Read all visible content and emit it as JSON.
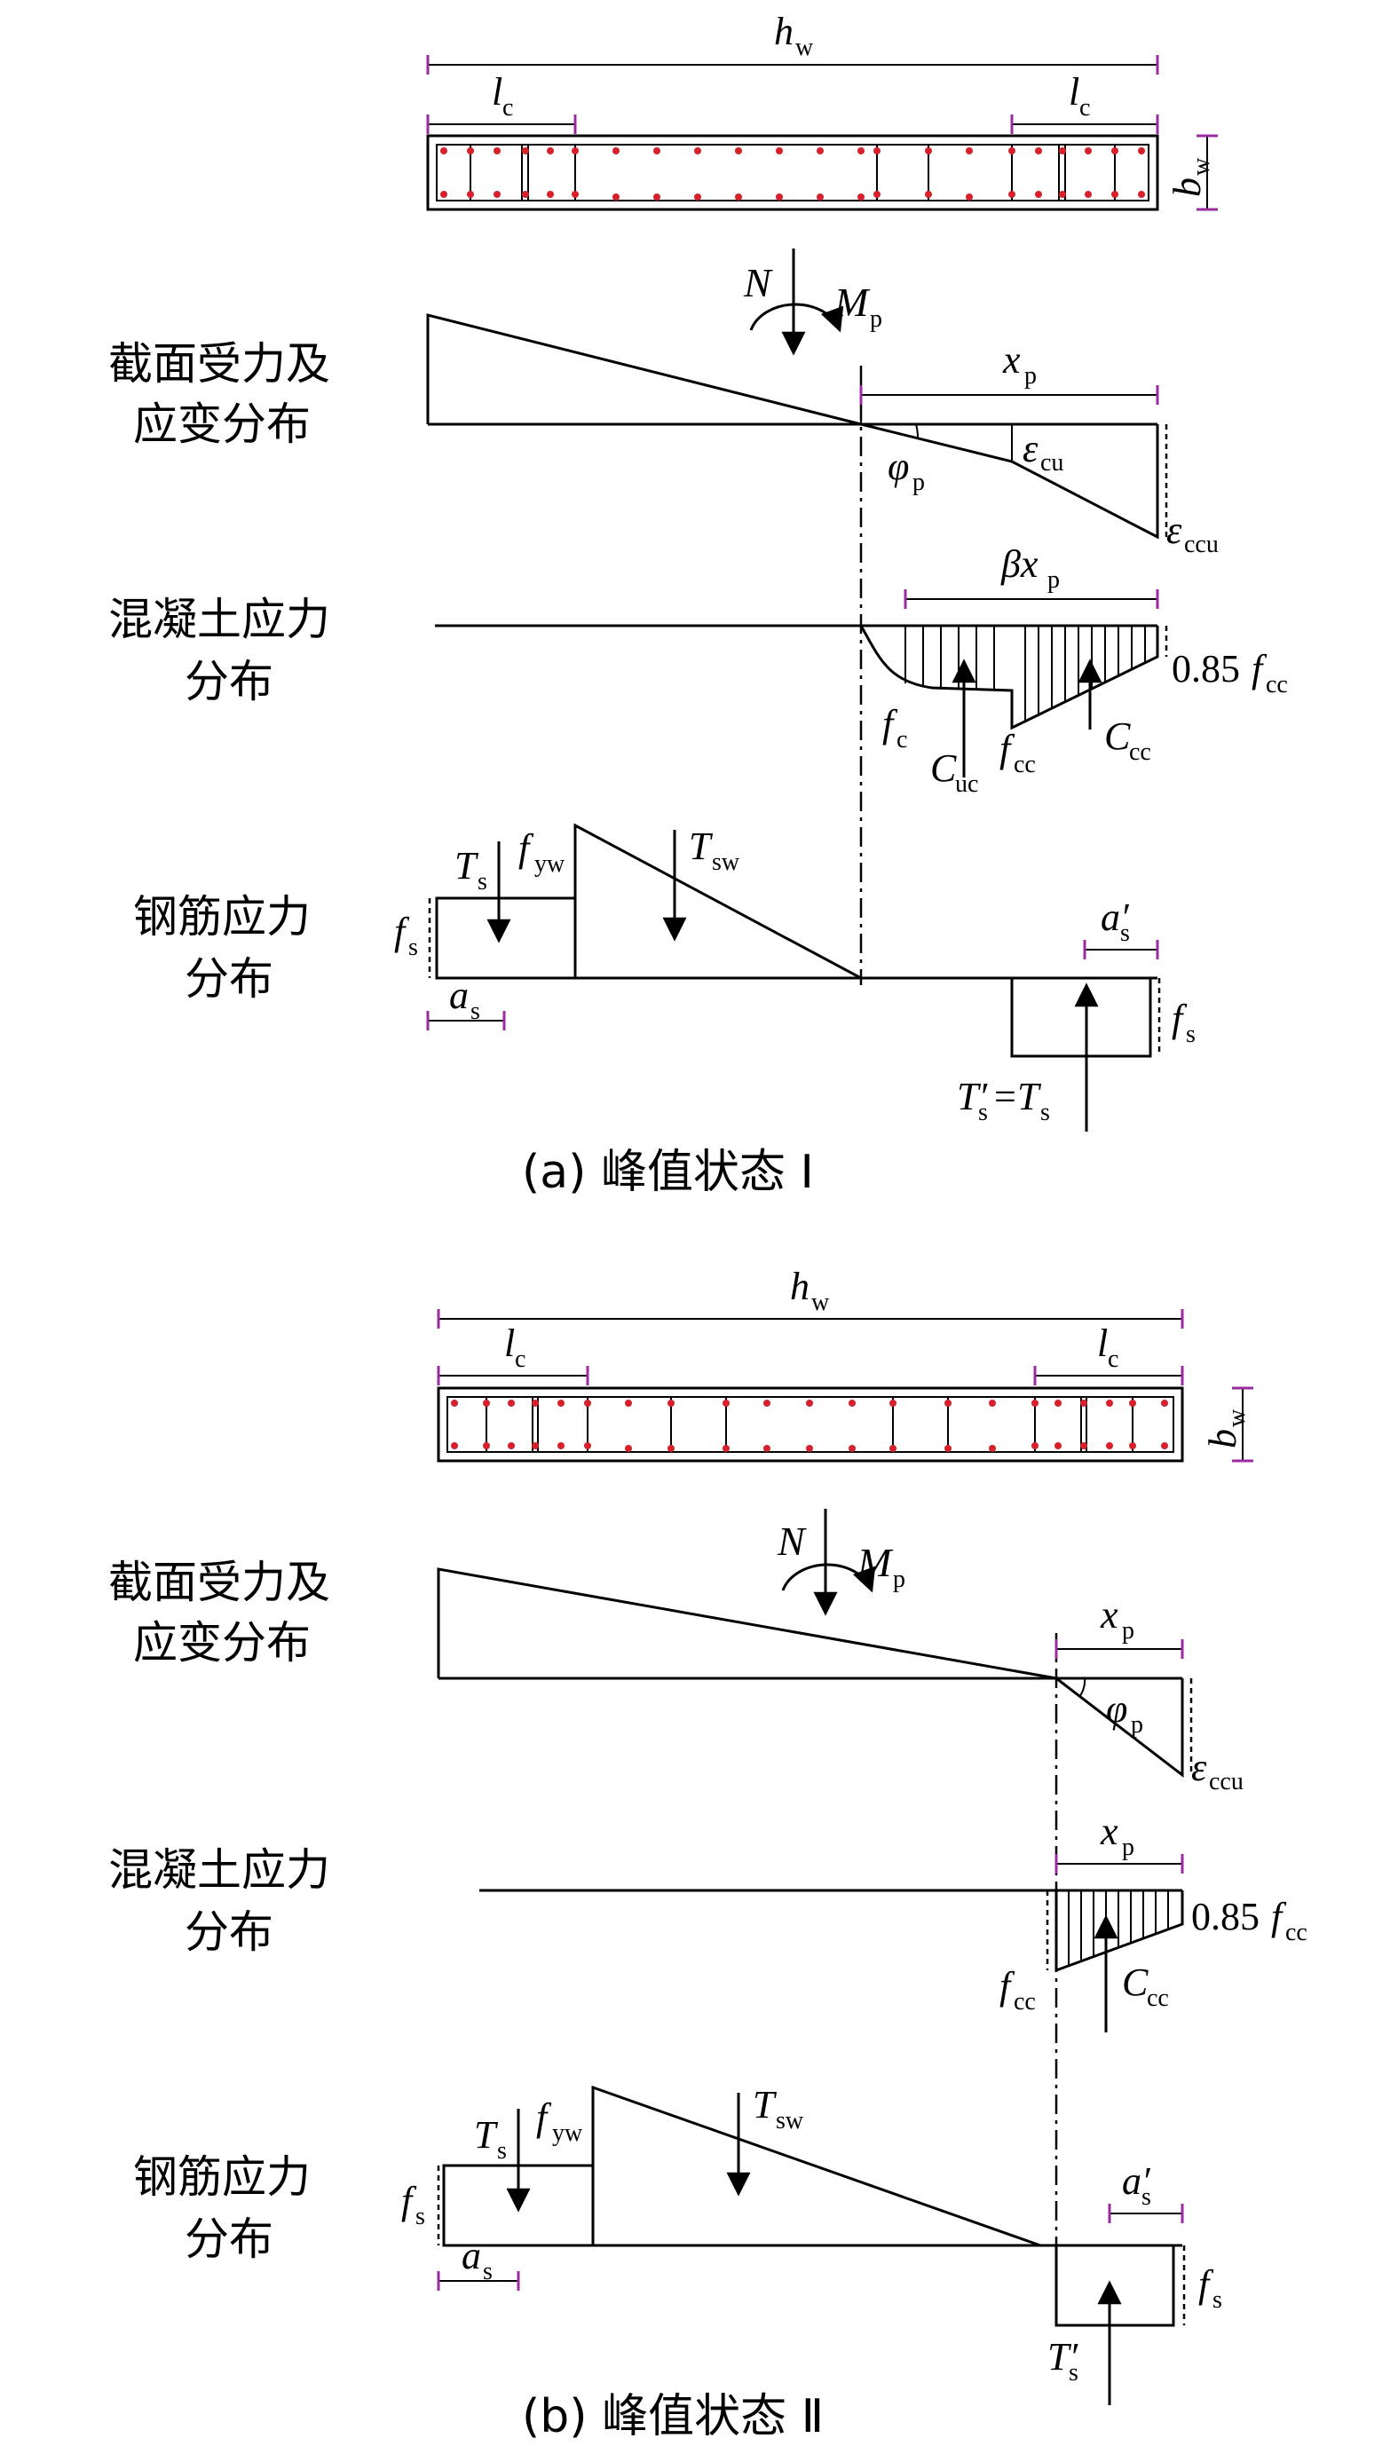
{
  "panel_a": {
    "caption": "(a) 峰值状态 Ⅰ",
    "dims": {
      "h": "h",
      "h_sub": "w",
      "l": "l",
      "l_sub": "c",
      "b": "b",
      "b_sub": "w"
    },
    "row_labels": {
      "strain_1": "截面受力及",
      "strain_2": "应变分布",
      "concrete_1": "混凝土应力",
      "concrete_2": "分布",
      "steel_1": "钢筋应力",
      "steel_2": "分布"
    },
    "N": "N",
    "M": "M",
    "M_sub": "p",
    "x": "x",
    "x_sub": "p",
    "phi": "φ",
    "phi_sub": "p",
    "eps_cu": "ε",
    "eps_cu_sub": "cu",
    "eps_ccu": "ε",
    "eps_ccu_sub": "ccu",
    "beta_x": "βx",
    "beta_x_sub": "p",
    "f085": "0.85",
    "f085_f": "f",
    "f085_sub": "cc",
    "fc": "f",
    "fc_sub": "c",
    "Cuc": "C",
    "Cuc_sub": "uc",
    "fcc": "f",
    "fcc_sub": "cc",
    "Ccc": "C",
    "Ccc_sub": "cc",
    "Ts": "T",
    "Ts_sub": "s",
    "fyw": "f",
    "fyw_sub": "yw",
    "Tsw": "T",
    "Tsw_sub": "sw",
    "fs": "f",
    "fs_sub": "s",
    "as": "a",
    "as_sub": "s",
    "as_p": "a′",
    "as_p_sub": "s",
    "fs_r": "f",
    "fs_r_sub": "s",
    "Tsp": "T′",
    "Tsp_sub": "s",
    "Tsp_eq": "=",
    "Tsp_T": "T",
    "Tsp_T_sub": "s"
  },
  "panel_b": {
    "caption": "(b) 峰值状态 Ⅱ",
    "dims": {
      "h": "h",
      "h_sub": "w",
      "l": "l",
      "l_sub": "c",
      "b": "b",
      "b_sub": "w"
    },
    "row_labels": {
      "strain_1": "截面受力及",
      "strain_2": "应变分布",
      "concrete_1": "混凝土应力",
      "concrete_2": "分布",
      "steel_1": "钢筋应力",
      "steel_2": "分布"
    },
    "N": "N",
    "M": "M",
    "M_sub": "p",
    "x": "x",
    "x_sub": "p",
    "phi": "φ",
    "phi_sub": "p",
    "eps_ccu": "ε",
    "eps_ccu_sub": "ccu",
    "x2": "x",
    "x2_sub": "p",
    "f085": "0.85",
    "f085_f": "f",
    "f085_sub": "cc",
    "fcc": "f",
    "fcc_sub": "cc",
    "Ccc": "C",
    "Ccc_sub": "cc",
    "Ts": "T",
    "Ts_sub": "s",
    "fyw": "f",
    "fyw_sub": "yw",
    "Tsw": "T",
    "Tsw_sub": "sw",
    "fs": "f",
    "fs_sub": "s",
    "as": "a",
    "as_sub": "s",
    "as_p": "a′",
    "as_p_sub": "s",
    "fs_r": "f",
    "fs_r_sub": "s",
    "Tsp": "T′",
    "Tsp_sub": "s"
  },
  "colors": {
    "line": "#000000",
    "rebar_dot": "#d6202a",
    "dim_tick": "#9b2ca0"
  }
}
